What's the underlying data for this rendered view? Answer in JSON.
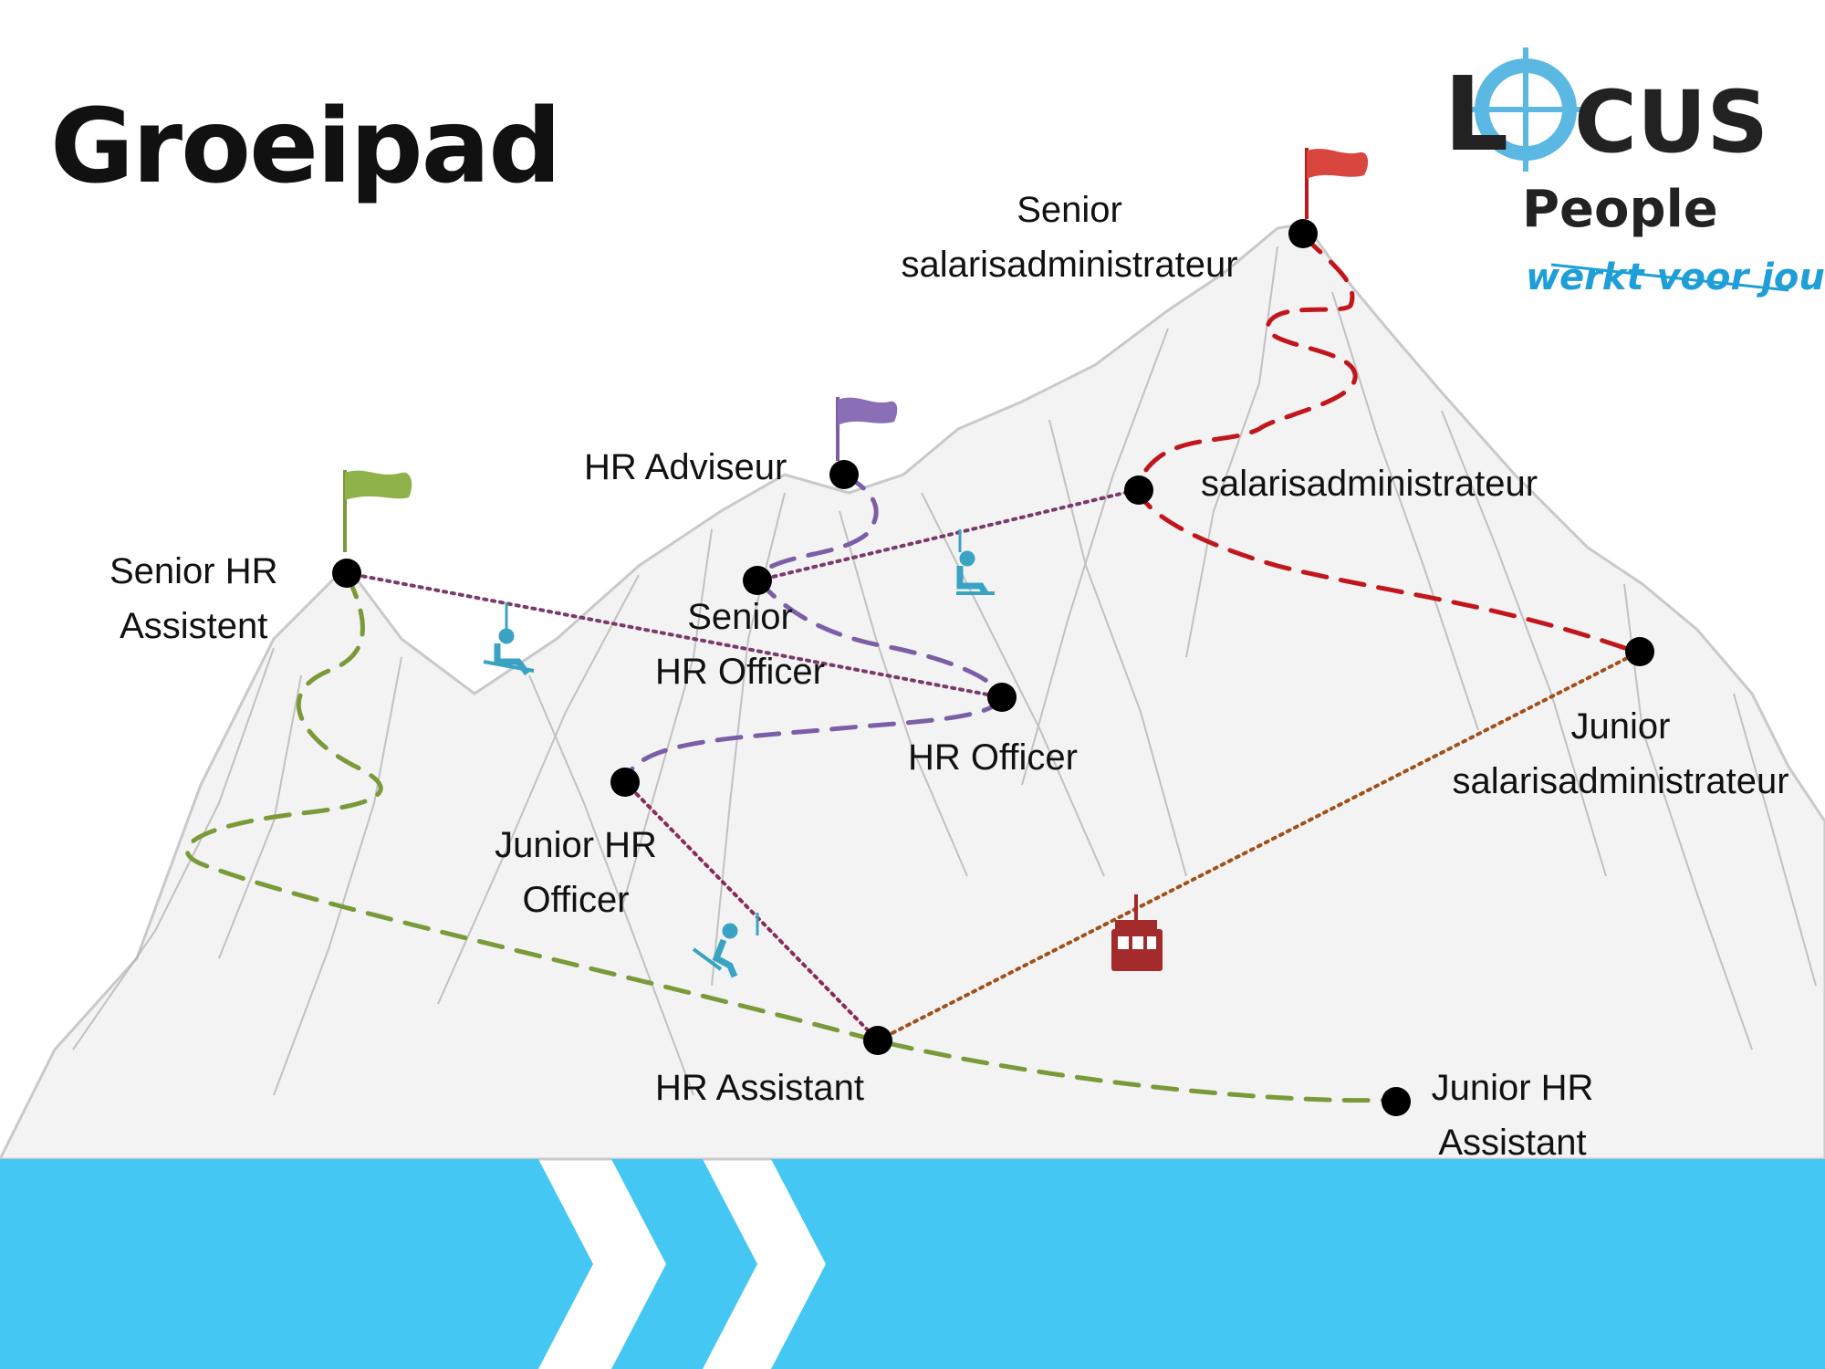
{
  "title": "Groeipad",
  "logo": {
    "letter_l": "L",
    "rest": "CUS",
    "sub": "People",
    "tagline": "werkt voor jou"
  },
  "colors": {
    "green": "#7a9a3a",
    "purple": "#7a5fa6",
    "red": "#c0161c",
    "lift_blue": "#3aa3c4",
    "gondola_red": "#a32b2b",
    "banner_blue": "#45c7f3"
  },
  "nodes": {
    "senior_hr_assistent": {
      "lines": [
        "Senior HR",
        "Assistent"
      ]
    },
    "hr_adviseur": {
      "lines": [
        "HR Adviseur"
      ]
    },
    "senior_hr_officer": {
      "lines": [
        "Senior",
        "HR Officer"
      ]
    },
    "hr_officer": {
      "lines": [
        "HR Officer"
      ]
    },
    "junior_hr_officer": {
      "lines": [
        "Junior HR",
        "Officer"
      ]
    },
    "hr_assistant": {
      "lines": [
        "HR Assistant"
      ]
    },
    "junior_hr_assistant": {
      "lines": [
        "Junior HR",
        "Assistant"
      ]
    },
    "senior_salarisadministrateur": {
      "lines": [
        "Senior",
        "salarisadministrateur"
      ]
    },
    "salarisadministrateur": {
      "lines": [
        "salarisadministrateur"
      ]
    },
    "junior_salarisadministrateur": {
      "lines": [
        "Junior",
        "salarisadministrateur"
      ]
    }
  },
  "icons": [
    "flag-icon",
    "chairlift-icon",
    "gondola-icon",
    "mountain-icon",
    "chevron-icon"
  ]
}
